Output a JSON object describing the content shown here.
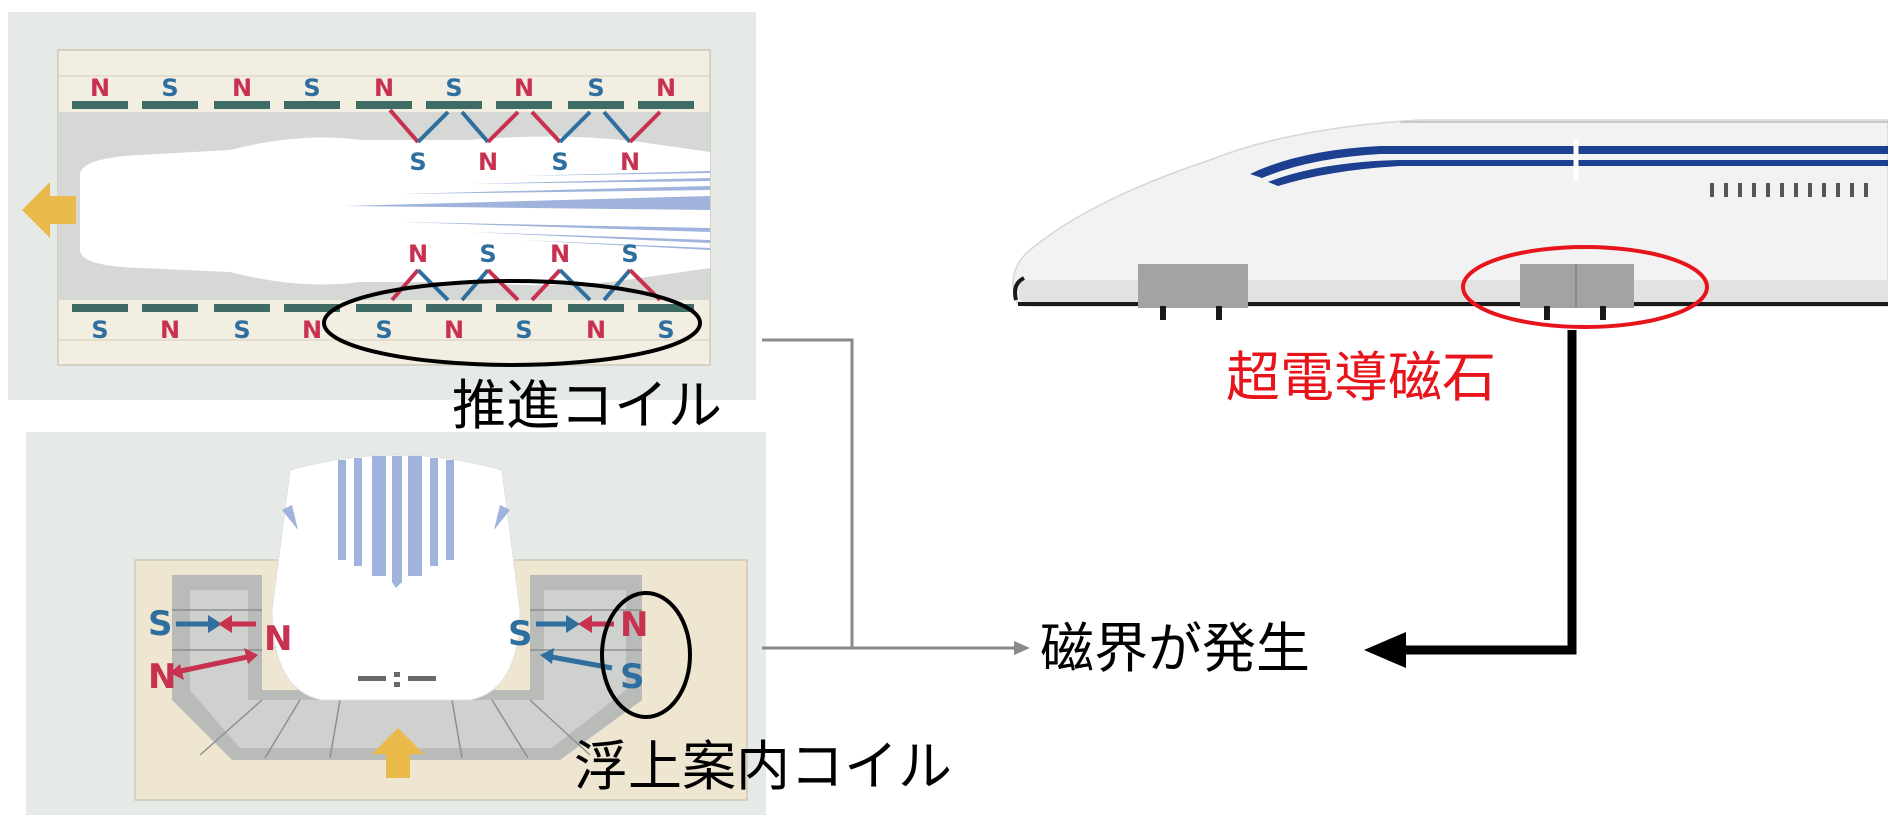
{
  "labels": {
    "propulsion_coil": "推進コイル",
    "levitation_coil": "浮上案内コイル",
    "superconducting_magnet": "超電導磁石",
    "magnetic_field": "磁界が発生"
  },
  "propulsion_panel": {
    "top_rail_poles": [
      "N",
      "S",
      "N",
      "S",
      "N",
      "S",
      "N",
      "S",
      "N"
    ],
    "bottom_rail_poles": [
      "S",
      "N",
      "S",
      "N",
      "S",
      "N",
      "S",
      "N",
      "S"
    ],
    "upper_car_poles": [
      "S",
      "N",
      "S",
      "N"
    ],
    "lower_car_poles": [
      "N",
      "S",
      "N",
      "S"
    ]
  },
  "levitation_panel": {
    "left_coil_poles": [
      "S",
      "N"
    ],
    "left_car_pole": "N",
    "right_car_pole": "S",
    "right_coil_poles": [
      "N",
      "S"
    ]
  },
  "colors": {
    "pole_n": "#c8314f",
    "pole_s": "#2f6f9f",
    "rail": "#3e6b63",
    "panel_bg": "#e6eae7",
    "track_bg": "#efe6d2",
    "car_stripe": "#9fb3dc",
    "train_stripe": "#1d3f8f",
    "arrow_yellow": "#e9b949",
    "highlight_red": "#e8141b",
    "label_red": "#e8141b"
  }
}
